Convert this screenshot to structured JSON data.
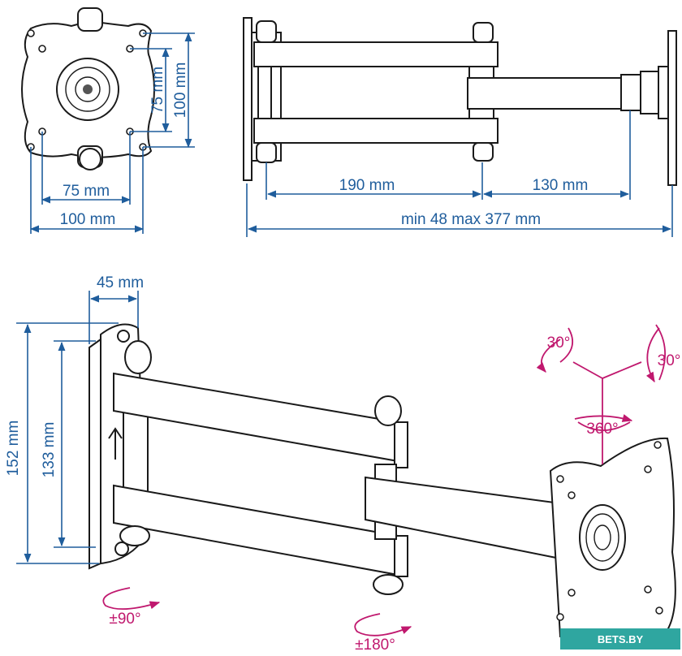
{
  "colors": {
    "dimension": "#1f5d9c",
    "rotation": "#c0186e",
    "line": "#1a1a1a"
  },
  "front_view": {
    "vertical_75": "75 mm",
    "vertical_100": "100 mm",
    "horizontal_75": "75 mm",
    "horizontal_100": "100 mm"
  },
  "side_view": {
    "arm_1": "190 mm",
    "arm_2": "130 mm",
    "extension": "min 48 max 377 mm"
  },
  "perspective_view": {
    "depth": "45 mm",
    "height_152": "152 mm",
    "height_133": "133 mm",
    "tilt_left": "30°",
    "tilt_right": "30°",
    "rotate": "360°",
    "wall_swivel": "±90°",
    "arm_swivel": "±180°"
  },
  "watermark": "BETS.BY"
}
